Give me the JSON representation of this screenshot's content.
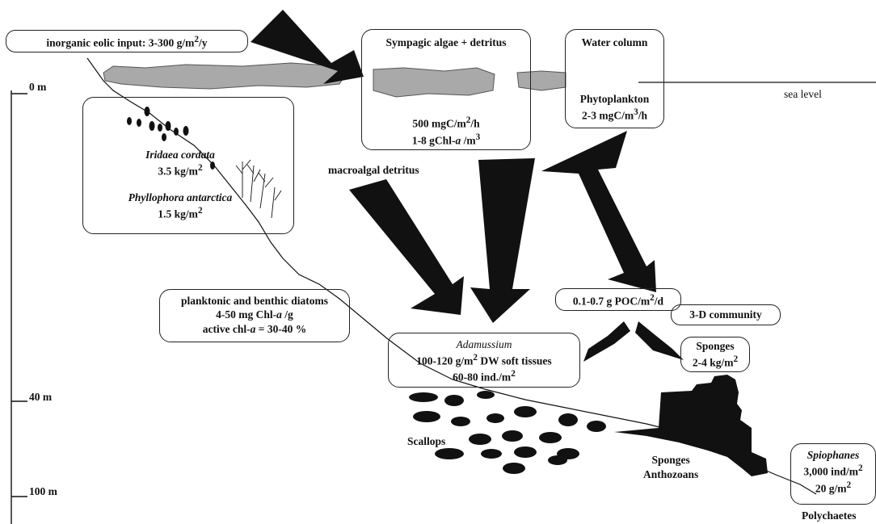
{
  "eolic": {
    "text": "inorganic eolic input: 3-300 g/m",
    "sup": "2",
    "tail": "/y"
  },
  "sympagic": {
    "title": "Sympagic algae + detritus",
    "l1a": "500 mgC/m",
    "l1sup": "2",
    "l1b": "/h",
    "l2a": "1-8 gChl-",
    "l2i": "a",
    "l2b": " /m",
    "l2sup": "3"
  },
  "water": {
    "title": "Water column",
    "l1": "Phytoplankton",
    "l2a": "2-3 mgC/m",
    "l2sup": "3",
    "l2b": "/h"
  },
  "sea_level": "sea level",
  "depths": [
    "0 m",
    "40 m",
    "100 m"
  ],
  "macroalgae": {
    "sp1": "Iridaea cordata",
    "v1a": "3.5 kg/m",
    "v1sup": "2",
    "sp2": "Phyllophora antarctica",
    "v2a": "1.5 kg/m",
    "v2sup": "2"
  },
  "macroalgal_detritus": "macroalgal detritus",
  "diatoms": {
    "l1": "planktonic and benthic diatoms",
    "l2a": "4-50 mg Chl-",
    "l2i": "a",
    "l2b": " /g",
    "l3a": "active chl-",
    "l3i": "a",
    "l3b": " = 30-40 %"
  },
  "poc": {
    "a": "0.1-0.7 g POC/m",
    "sup": "2",
    "b": "/d"
  },
  "community": "3-D community",
  "adamussium": {
    "title": "Adamussium",
    "l1a": "100-120 g/m",
    "l1sup": "2",
    "l1b": " DW soft tissues",
    "l2a": "60-80 ind./m",
    "l2sup": "2"
  },
  "sponges_box": {
    "l1": "Sponges",
    "l2a": "2-4 kg/m",
    "l2sup": "2"
  },
  "scallops": "Scallops",
  "sponges_anthozoans": {
    "l1": "Sponges",
    "l2": "Anthozoans"
  },
  "spiophanes": {
    "title": "Spiophanes",
    "l1a": "3,000 ind/m",
    "l1sup": "2",
    "l2a": "20 g/m",
    "l2sup": "2"
  },
  "polychaetes": "Polychaetes"
}
